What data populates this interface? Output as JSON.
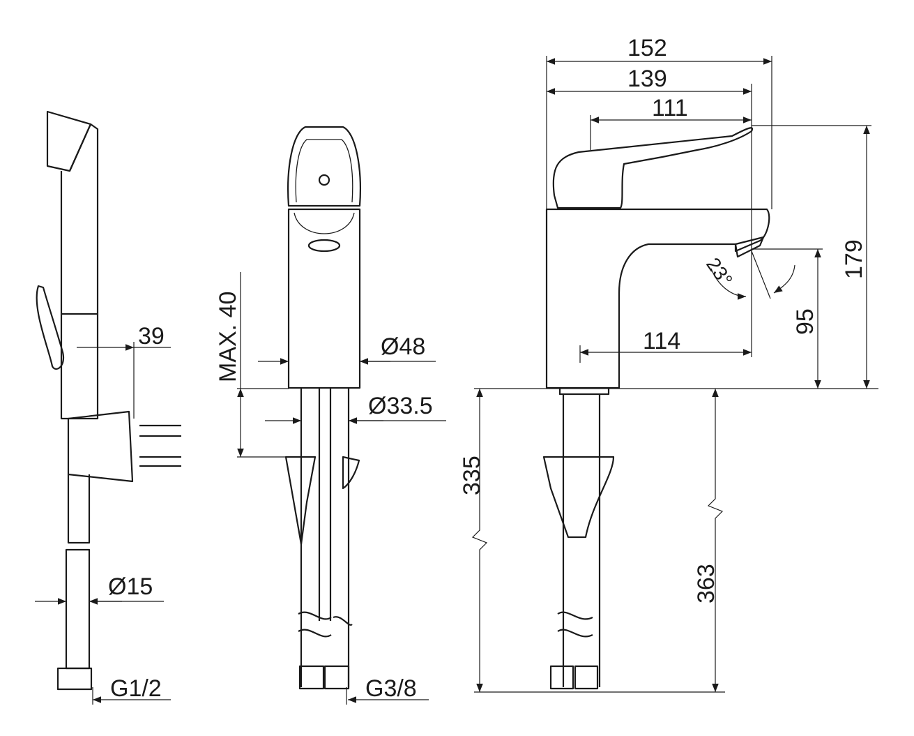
{
  "dimensions": {
    "width_overall": "152",
    "width_handle": "139",
    "handle_length": "111",
    "height_overall": "179",
    "spout_height": "95",
    "spout_reach": "114",
    "hose_length": "335",
    "connector_length": "363",
    "max_deck": "MAX. 40",
    "body_diameter": "Ø48",
    "hole_diameter": "Ø33.5",
    "side_offset": "39",
    "hose_diameter": "Ø15",
    "hose_thread": "G1/2",
    "connector_thread": "G3/8",
    "spout_angle": "23°"
  }
}
